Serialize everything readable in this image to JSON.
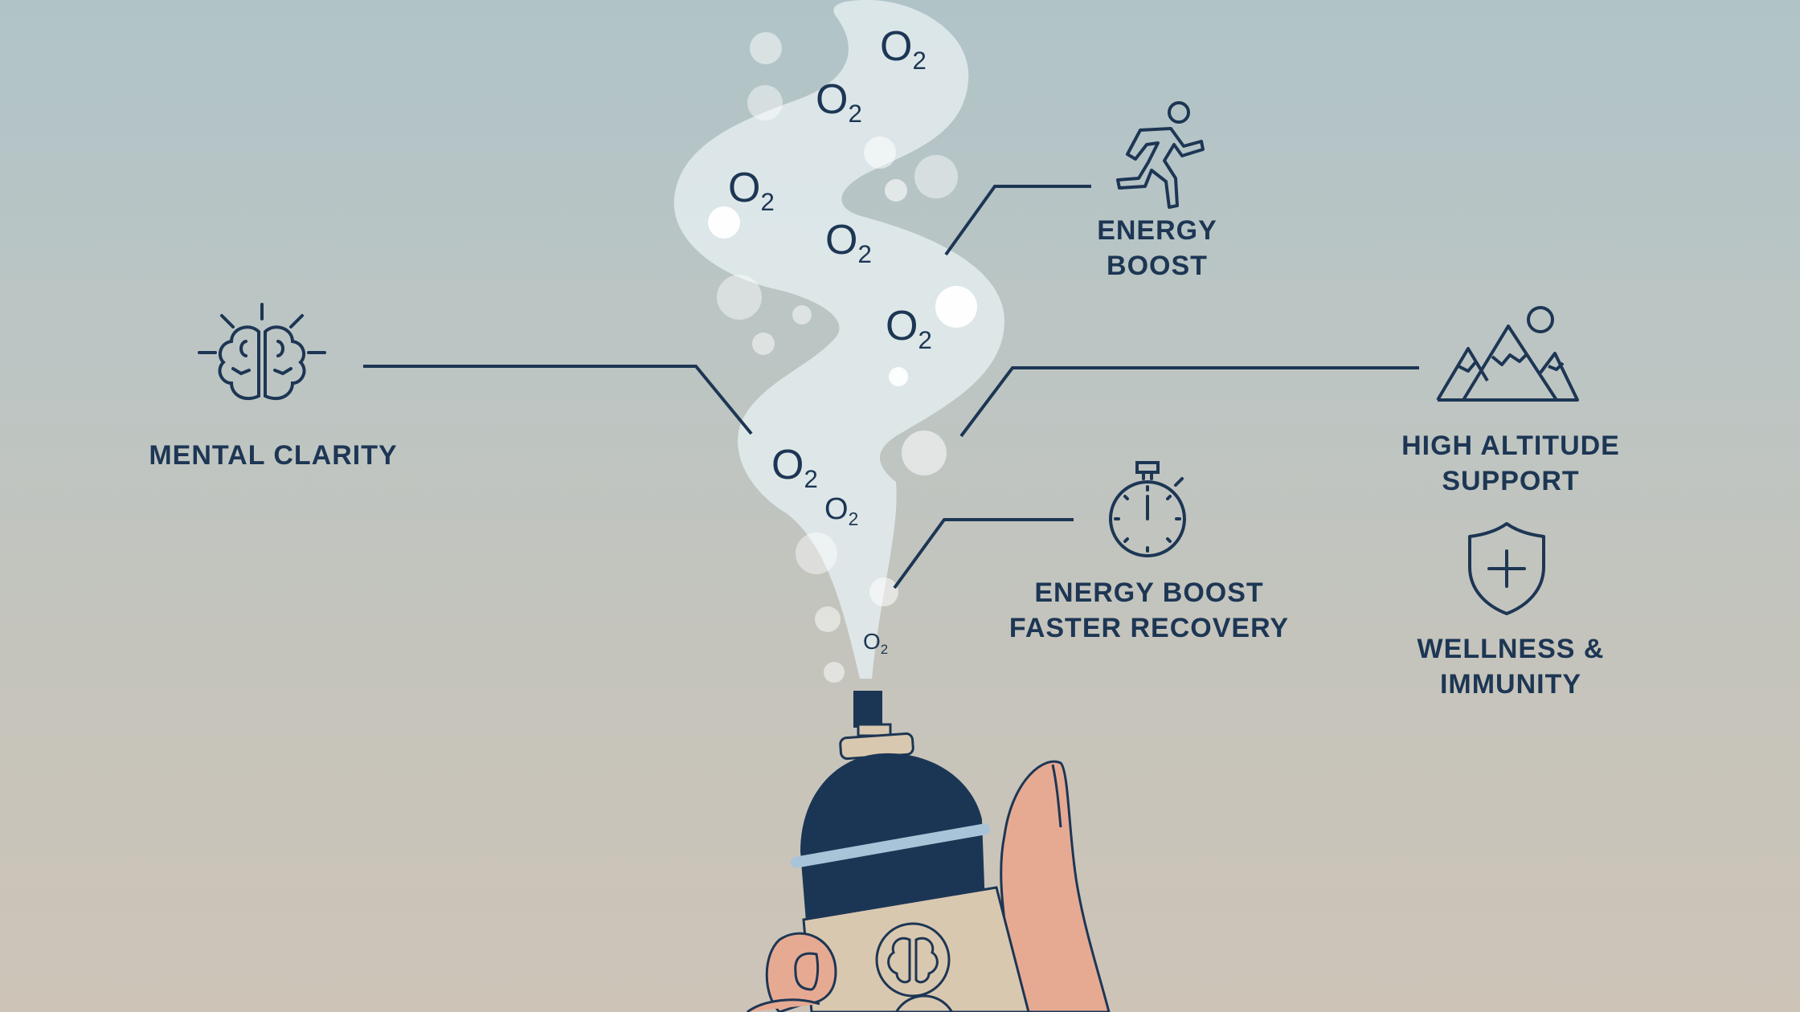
{
  "colors": {
    "ink": "#1d3654",
    "can_dark": "#1b3655",
    "can_label": "#d9c8b0",
    "can_ring": "#a8c4d8",
    "skin": "#e6aa93",
    "mist": "#e3ecee",
    "bg_top": "#b0c4c8",
    "bg_bottom": "#cdc4b7"
  },
  "o2_labels": [
    {
      "text": "O",
      "sub": "2"
    },
    {
      "text": "O",
      "sub": "2"
    },
    {
      "text": "O",
      "sub": "2"
    },
    {
      "text": "O",
      "sub": "2"
    },
    {
      "text": "O",
      "sub": "2"
    },
    {
      "text": "O",
      "sub": "2"
    },
    {
      "text": "O",
      "sub": "2"
    },
    {
      "text": "O",
      "sub": "2"
    }
  ],
  "benefits": {
    "energy_boost": {
      "icon": "runner-icon",
      "line1": "ENERGY",
      "line2": "BOOST"
    },
    "mental_clarity": {
      "icon": "brain-icon",
      "line1": "MENTAL CLARITY"
    },
    "high_altitude": {
      "icon": "mountain-icon",
      "line1": "HIGH ALTITUDE",
      "line2": "SUPPORT"
    },
    "recovery": {
      "icon": "stopwatch-icon",
      "line1": "ENERGY BOOST",
      "line2": "FASTER RECOVERY"
    },
    "wellness": {
      "icon": "shield-plus-icon",
      "line1": "WELLNESS &",
      "line2": "IMMUNITY"
    }
  },
  "product": {
    "name": "oxygen-spray-can",
    "label_icons": [
      "brain-badge-icon",
      "lungs-badge-icon"
    ]
  }
}
